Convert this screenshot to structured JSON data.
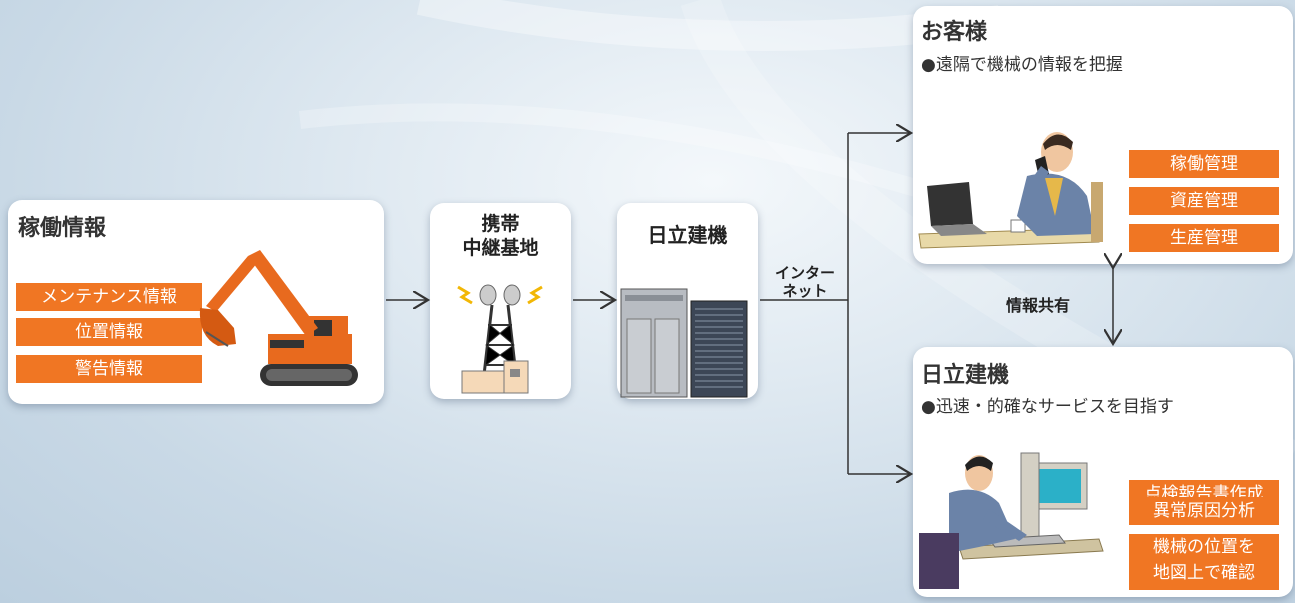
{
  "operation": {
    "title": "稼働情報",
    "tags": [
      "メンテナンス情報",
      "位置情報",
      "警告情報"
    ]
  },
  "relay": {
    "title_line1": "携帯",
    "title_line2": "中継基地"
  },
  "hitachi_server": {
    "title": "日立建機"
  },
  "internet": {
    "line1": "インター",
    "line2": "ネット"
  },
  "customer": {
    "title": "お客様",
    "subtitle": "●遠隔で機械の情報を把握",
    "tags": [
      "稼働管理",
      "資産管理",
      "生産管理"
    ]
  },
  "share_label": "情報共有",
  "hitachi_service": {
    "title": "日立建機",
    "subtitle": "●迅速・的確なサービスを目指す",
    "tags": [
      "点検報告書作成",
      "異常原因分析"
    ],
    "tag_multi_line1": "機械の位置を",
    "tag_multi_line2": "地図上で確認"
  },
  "colors": {
    "accent": "#f07623",
    "arrow": "#333333"
  }
}
